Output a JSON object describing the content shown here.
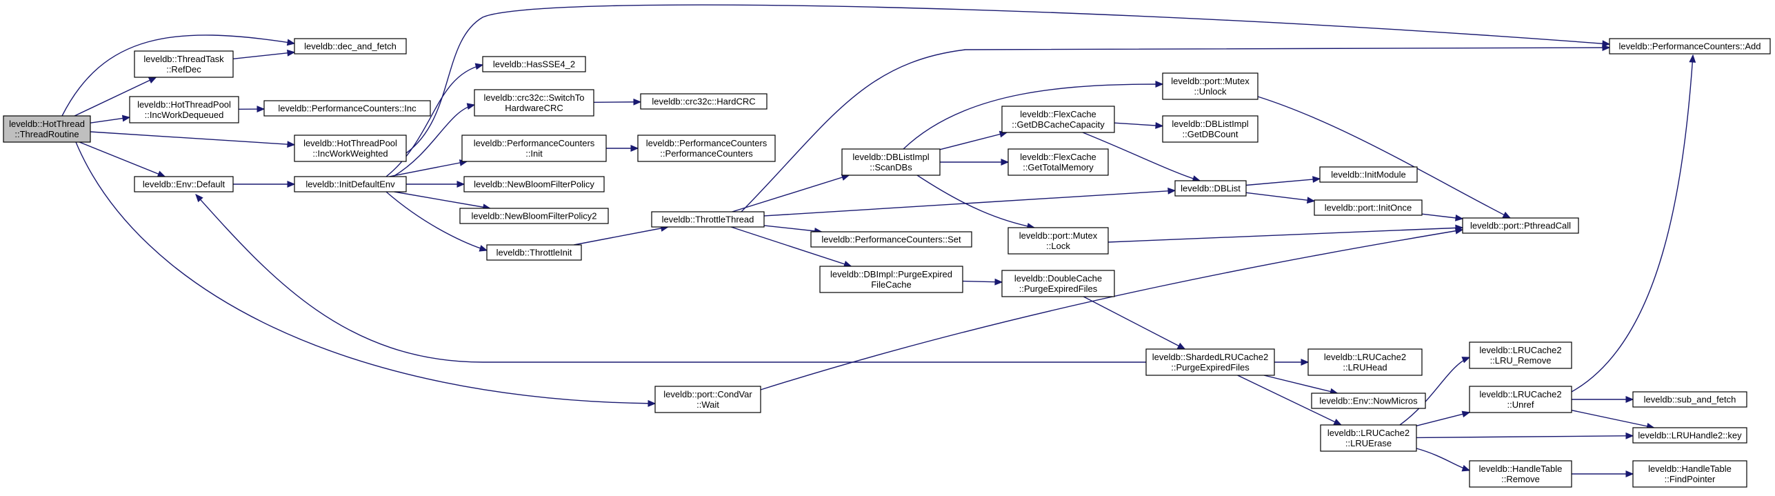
{
  "graph": {
    "nodes": [
      {
        "id": "hot_thread",
        "lines": [
          "leveldb::HotThread",
          "::ThreadRoutine"
        ],
        "root": true
      },
      {
        "id": "dec_and_fetch",
        "lines": [
          "leveldb::dec_and_fetch"
        ]
      },
      {
        "id": "thread_task_refdec",
        "lines": [
          "leveldb::ThreadTask",
          "::RefDec"
        ]
      },
      {
        "id": "inc_work_dequeued",
        "lines": [
          "leveldb::HotThreadPool",
          "::IncWorkDequeued"
        ]
      },
      {
        "id": "perf_inc",
        "lines": [
          "leveldb::PerformanceCounters::Inc"
        ]
      },
      {
        "id": "inc_work_weighted",
        "lines": [
          "leveldb::HotThreadPool",
          "::IncWorkWeighted"
        ]
      },
      {
        "id": "env_default",
        "lines": [
          "leveldb::Env::Default"
        ]
      },
      {
        "id": "init_default_env",
        "lines": [
          "leveldb::InitDefaultEnv"
        ]
      },
      {
        "id": "has_sse4",
        "lines": [
          "leveldb::HasSSE4_2"
        ]
      },
      {
        "id": "switch_to_hw_crc",
        "lines": [
          "leveldb::crc32c::SwitchTo",
          "HardwareCRC"
        ]
      },
      {
        "id": "hard_crc",
        "lines": [
          "leveldb::crc32c::HardCRC"
        ]
      },
      {
        "id": "perf_init",
        "lines": [
          "leveldb::PerformanceCounters",
          "::Init"
        ]
      },
      {
        "id": "perf_ctor",
        "lines": [
          "leveldb::PerformanceCounters",
          "::PerformanceCounters"
        ]
      },
      {
        "id": "new_bloom",
        "lines": [
          "leveldb::NewBloomFilterPolicy"
        ]
      },
      {
        "id": "new_bloom2",
        "lines": [
          "leveldb::NewBloomFilterPolicy2"
        ]
      },
      {
        "id": "throttle_init",
        "lines": [
          "leveldb::ThrottleInit"
        ]
      },
      {
        "id": "throttle_thread",
        "lines": [
          "leveldb::ThrottleThread"
        ]
      },
      {
        "id": "perf_set",
        "lines": [
          "leveldb::PerformanceCounters::Set"
        ]
      },
      {
        "id": "purge_expired_file_cache",
        "lines": [
          "leveldb::DBImpl::PurgeExpired",
          "FileCache"
        ]
      },
      {
        "id": "scan_dbs",
        "lines": [
          "leveldb::DBListImpl",
          "::ScanDBs"
        ]
      },
      {
        "id": "mutex_unlock",
        "lines": [
          "leveldb::port::Mutex",
          "::Unlock"
        ]
      },
      {
        "id": "get_db_cache_capacity",
        "lines": [
          "leveldb::FlexCache",
          "::GetDBCacheCapacity"
        ]
      },
      {
        "id": "get_db_count",
        "lines": [
          "leveldb::DBListImpl",
          "::GetDBCount"
        ]
      },
      {
        "id": "get_total_memory",
        "lines": [
          "leveldb::FlexCache",
          "::GetTotalMemory"
        ]
      },
      {
        "id": "db_list",
        "lines": [
          "leveldb::DBList"
        ]
      },
      {
        "id": "init_module",
        "lines": [
          "leveldb::InitModule"
        ]
      },
      {
        "id": "init_once",
        "lines": [
          "leveldb::port::InitOnce"
        ]
      },
      {
        "id": "mutex_lock",
        "lines": [
          "leveldb::port::Mutex",
          "::Lock"
        ]
      },
      {
        "id": "pthread_call",
        "lines": [
          "leveldb::port::PthreadCall"
        ]
      },
      {
        "id": "perf_add",
        "lines": [
          "leveldb::PerformanceCounters::Add"
        ]
      },
      {
        "id": "double_cache_purge",
        "lines": [
          "leveldb::DoubleCache",
          "::PurgeExpiredFiles"
        ]
      },
      {
        "id": "sharded_purge",
        "lines": [
          "leveldb::ShardedLRUCache2",
          "::PurgeExpiredFiles"
        ]
      },
      {
        "id": "lru_head",
        "lines": [
          "leveldb::LRUCache2",
          "::LRUHead"
        ]
      },
      {
        "id": "now_micros",
        "lines": [
          "leveldb::Env::NowMicros"
        ]
      },
      {
        "id": "lru_erase",
        "lines": [
          "leveldb::LRUCache2",
          "::LRUErase"
        ]
      },
      {
        "id": "condvar_wait",
        "lines": [
          "leveldb::port::CondVar",
          "::Wait"
        ]
      },
      {
        "id": "lru_remove",
        "lines": [
          "leveldb::LRUCache2",
          "::LRU_Remove"
        ]
      },
      {
        "id": "unref",
        "lines": [
          "leveldb::LRUCache2",
          "::Unref"
        ]
      },
      {
        "id": "sub_and_fetch",
        "lines": [
          "leveldb::sub_and_fetch"
        ]
      },
      {
        "id": "lru_handle_key",
        "lines": [
          "leveldb::LRUHandle2::key"
        ]
      },
      {
        "id": "handle_table_remove",
        "lines": [
          "leveldb::HandleTable",
          "::Remove"
        ]
      },
      {
        "id": "find_pointer",
        "lines": [
          "leveldb::HandleTable",
          "::FindPointer"
        ]
      }
    ],
    "edges": [
      [
        "hot_thread",
        "dec_and_fetch"
      ],
      [
        "hot_thread",
        "thread_task_refdec"
      ],
      [
        "hot_thread",
        "inc_work_dequeued"
      ],
      [
        "hot_thread",
        "inc_work_weighted"
      ],
      [
        "hot_thread",
        "env_default"
      ],
      [
        "hot_thread",
        "condvar_wait"
      ],
      [
        "thread_task_refdec",
        "dec_and_fetch"
      ],
      [
        "inc_work_dequeued",
        "perf_inc"
      ],
      [
        "inc_work_weighted",
        "perf_add"
      ],
      [
        "env_default",
        "init_default_env"
      ],
      [
        "init_default_env",
        "has_sse4"
      ],
      [
        "init_default_env",
        "switch_to_hw_crc"
      ],
      [
        "init_default_env",
        "perf_init"
      ],
      [
        "init_default_env",
        "new_bloom"
      ],
      [
        "init_default_env",
        "new_bloom2"
      ],
      [
        "init_default_env",
        "throttle_init"
      ],
      [
        "switch_to_hw_crc",
        "hard_crc"
      ],
      [
        "perf_init",
        "perf_ctor"
      ],
      [
        "throttle_init",
        "throttle_thread"
      ],
      [
        "throttle_thread",
        "perf_add"
      ],
      [
        "throttle_thread",
        "scan_dbs"
      ],
      [
        "throttle_thread",
        "db_list"
      ],
      [
        "throttle_thread",
        "perf_set"
      ],
      [
        "throttle_thread",
        "purge_expired_file_cache"
      ],
      [
        "scan_dbs",
        "mutex_unlock"
      ],
      [
        "scan_dbs",
        "get_db_cache_capacity"
      ],
      [
        "scan_dbs",
        "get_total_memory"
      ],
      [
        "scan_dbs",
        "mutex_lock"
      ],
      [
        "get_db_cache_capacity",
        "get_db_count"
      ],
      [
        "get_db_cache_capacity",
        "db_list"
      ],
      [
        "mutex_unlock",
        "pthread_call"
      ],
      [
        "mutex_lock",
        "pthread_call"
      ],
      [
        "db_list",
        "init_module"
      ],
      [
        "db_list",
        "init_once"
      ],
      [
        "init_once",
        "pthread_call"
      ],
      [
        "purge_expired_file_cache",
        "double_cache_purge"
      ],
      [
        "double_cache_purge",
        "sharded_purge"
      ],
      [
        "sharded_purge",
        "env_default"
      ],
      [
        "sharded_purge",
        "lru_head"
      ],
      [
        "sharded_purge",
        "now_micros"
      ],
      [
        "sharded_purge",
        "lru_erase"
      ],
      [
        "condvar_wait",
        "pthread_call"
      ],
      [
        "lru_erase",
        "lru_remove"
      ],
      [
        "lru_erase",
        "unref"
      ],
      [
        "lru_erase",
        "lru_handle_key"
      ],
      [
        "lru_erase",
        "handle_table_remove"
      ],
      [
        "unref",
        "perf_add"
      ],
      [
        "unref",
        "sub_and_fetch"
      ],
      [
        "unref",
        "lru_handle_key"
      ],
      [
        "handle_table_remove",
        "find_pointer"
      ]
    ]
  },
  "colors": {
    "edge": "#191970",
    "node_border": "#000000",
    "node_fill": "#ffffff",
    "root_fill": "#bfbfbf"
  }
}
